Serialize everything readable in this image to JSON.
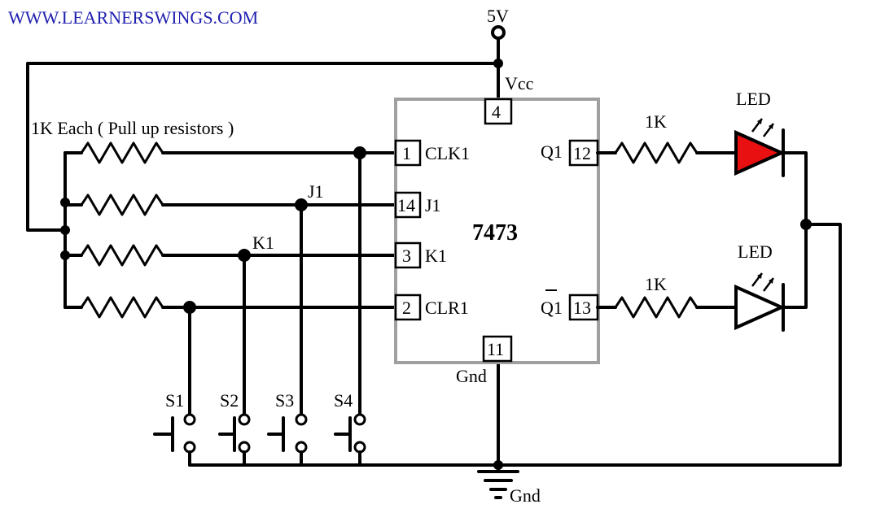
{
  "website": "WWW.LEARNERSWINGS.COM",
  "supply": "5V",
  "vcc": "Vcc",
  "ic": {
    "name": "7473",
    "pin_vcc": "4",
    "pin_gnd": "11",
    "gnd_label": "Gnd",
    "inputs": [
      {
        "pin": "1",
        "name": "CLK1"
      },
      {
        "pin": "14",
        "name": "J1"
      },
      {
        "pin": "3",
        "name": "K1"
      },
      {
        "pin": "2",
        "name": "CLR1"
      }
    ],
    "outputs": [
      {
        "pin": "12",
        "name": "Q1"
      },
      {
        "pin": "13",
        "name": "Q1"
      }
    ]
  },
  "pullup_label": "1K Each ( Pull up resistors )",
  "net_labels": {
    "j1": "J1",
    "k1": "K1"
  },
  "switches": [
    "S1",
    "S2",
    "S3",
    "S4"
  ],
  "output_resistors": [
    "1K",
    "1K"
  ],
  "leds": [
    {
      "label": "LED",
      "color": "#e81010"
    },
    {
      "label": "LED",
      "color": "#ffffff"
    }
  ],
  "ground": "Gnd"
}
